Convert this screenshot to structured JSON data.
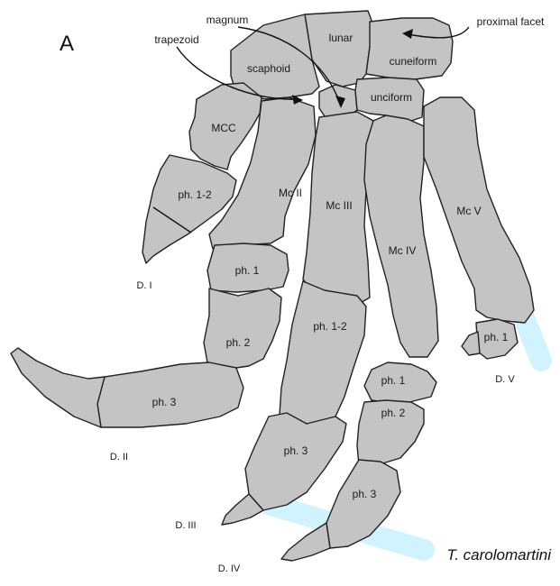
{
  "figure": {
    "panel_letter": "A",
    "species": "T. carolomartini"
  },
  "callouts": {
    "trapezoid": "trapezoid",
    "magnum": "magnum",
    "proximal_facet": "proximal facet"
  },
  "bones": {
    "lunar": "lunar",
    "cuneiform": "cuneiform",
    "scaphoid": "scaphoid",
    "unciform": "unciform",
    "mcc": "MCC",
    "d1_ph12": "ph. 1-2",
    "mc2": "Mc II",
    "d2_ph1": "ph. 1",
    "d2_ph2": "ph. 2",
    "d2_ph3": "ph. 3",
    "mc3": "Mc III",
    "d3_ph12": "ph. 1-2",
    "d3_ph3": "ph. 3",
    "mc4": "Mc IV",
    "d4_ph1": "ph. 1",
    "d4_ph2": "ph. 2",
    "d4_ph3": "ph. 3",
    "mc5": "Mc V",
    "d5_ph1": "ph. 1"
  },
  "digits": {
    "d1": "D. I",
    "d2": "D. II",
    "d3": "D. III",
    "d4": "D. IV",
    "d5": "D. V"
  },
  "colors": {
    "bone_fill": "#c4c4c4",
    "outline": "#222222",
    "watermark": "#00bfff"
  }
}
